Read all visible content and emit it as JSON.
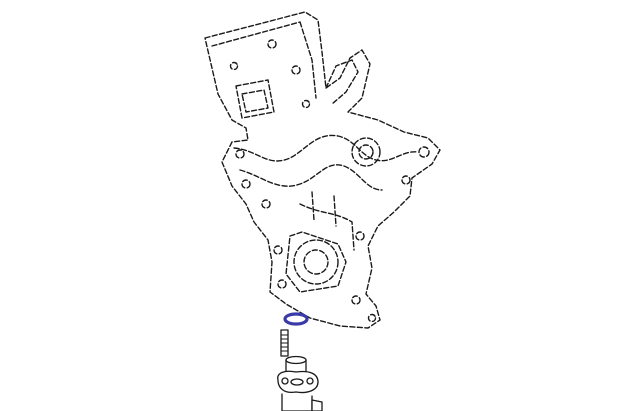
{
  "colors": {
    "highlight": "#3a3aa8",
    "line": "#1a1a1a",
    "background": "#ffffff"
  },
  "parts": [
    {
      "name": "timing-chain-cover",
      "style": "phantom-dashed"
    },
    {
      "name": "o-ring",
      "highlighted": true
    },
    {
      "name": "stud-bolt"
    },
    {
      "name": "water-inlet-pipe"
    }
  ]
}
